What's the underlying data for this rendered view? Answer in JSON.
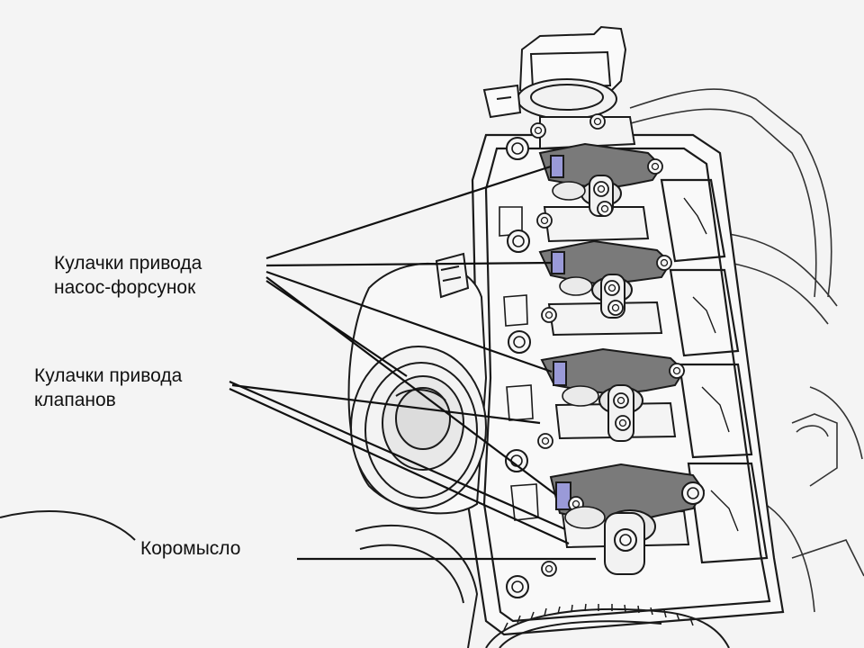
{
  "labels": {
    "injector_cams": {
      "line1": "Кулачки привода",
      "line2": "насос-форсунок"
    },
    "valve_cams": {
      "line1": "Кулачки привода",
      "line2": "клапанов"
    },
    "rocker_arm": "Коромысло"
  },
  "colors": {
    "background": "#f4f4f4",
    "line_art": "#1a1a1a",
    "rocker_fill": "#7a7a7a",
    "cam_highlight": "#9a9ad8",
    "leader": "#111111"
  }
}
